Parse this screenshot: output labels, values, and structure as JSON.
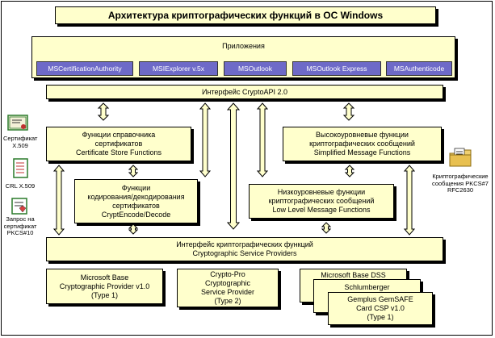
{
  "title": "Архитектура криптографических функций в ОС Windows",
  "apps": {
    "heading": "Приложения",
    "items": [
      "MSCertificationAuthority",
      "MSIExplorer v.5x",
      "MSOutlook",
      "MSOutlook Express",
      "MSAuthenticode"
    ]
  },
  "cryptoapi": "Интерфейс CryptoAPI 2.0",
  "cert_store": "Функции справочника\nсертификатов\nCertificate Store Functions",
  "simplified": "Высокоуровневые функции\nкриптографических сообщений\nSimplified Message Functions",
  "encode": "Функции\nкодирования/декодирования\nсертификатов\nCryptEncode/Decode",
  "lowlevel": "Низкоуровневые функции\nкриптографических сообщений\nLow Level Message Functions",
  "csp_interface": "Интерфейс криптографических функций\nCryptographic Service Providers",
  "providers": {
    "ms_base": "Microsoft Base\nCryptographic Provider v1.0\n(Type 1)",
    "cryptopro": "Crypto-Pro\nCryptographic\nService Provider\n(Type 2)",
    "ms_dss": "Microsoft Base DSS",
    "schlumberger": "Schlumberger",
    "gemplus": "Gemplus GemSAFE\nCard CSP v1.0\n(Type 1)"
  },
  "left_labels": {
    "cert": "Сертификат\nX.509",
    "crl": "CRL X.509",
    "request": "Запрос на\nсертификат\nPKCS#10"
  },
  "right_label": "Криптографические\nсообщения PKCS#7\nRFC2630"
}
